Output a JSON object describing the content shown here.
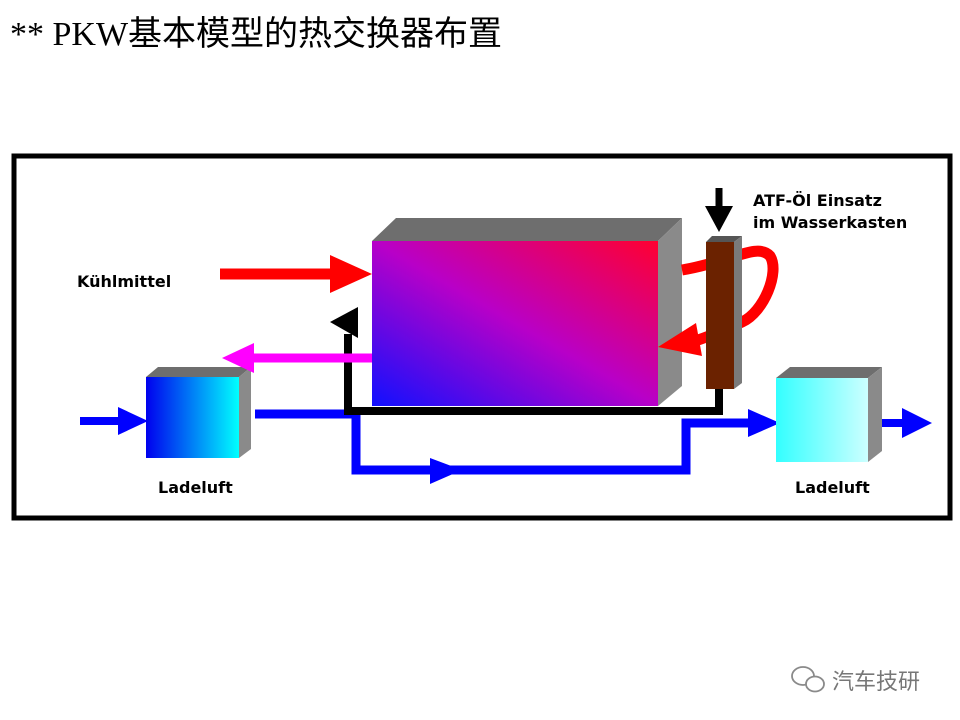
{
  "title": "** PKW基本模型的热交换器布置",
  "diagram": {
    "labels": {
      "coolant": "Kühlmittel",
      "atf_line1": "ATF-Öl Einsatz",
      "atf_line2": "im Wasserkasten",
      "charge_air_left": "Ladeluft",
      "charge_air_right": "Ladeluft"
    }
  },
  "watermark": {
    "text": "汽车技研",
    "icon": "wechat-icon"
  },
  "colors": {
    "coolant_flow": "#ff0000",
    "coolant_return": "#ff00ff",
    "charge_air_flow": "#0000ff",
    "atf_flow": "#000000",
    "atf_cooler": "#6b2200"
  }
}
